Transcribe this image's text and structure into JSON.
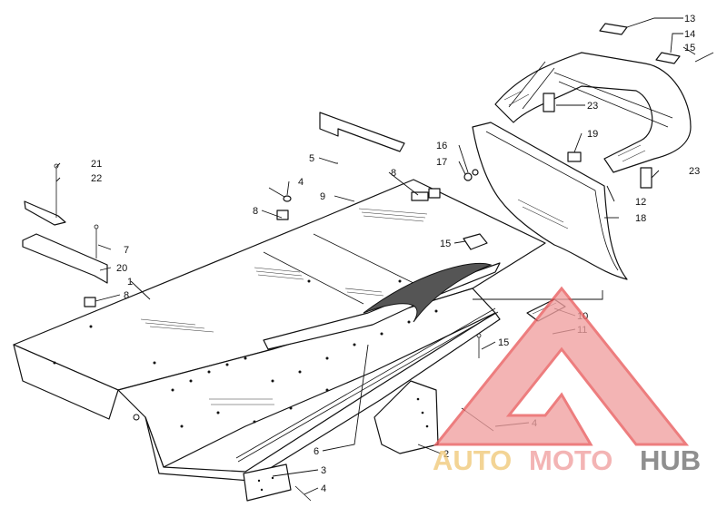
{
  "diagram": {
    "callouts": [
      {
        "id": "c1",
        "text": "1"
      },
      {
        "id": "c2",
        "text": "2"
      },
      {
        "id": "c3",
        "text": "3"
      },
      {
        "id": "c4a",
        "text": "4"
      },
      {
        "id": "c4b",
        "text": "4"
      },
      {
        "id": "c4c",
        "text": "4"
      },
      {
        "id": "c5",
        "text": "5"
      },
      {
        "id": "c6",
        "text": "6"
      },
      {
        "id": "c7",
        "text": "7"
      },
      {
        "id": "c8a",
        "text": "8"
      },
      {
        "id": "c8b",
        "text": "8"
      },
      {
        "id": "c8c",
        "text": "8"
      },
      {
        "id": "c9",
        "text": "9"
      },
      {
        "id": "c10",
        "text": "10"
      },
      {
        "id": "c11",
        "text": "11"
      },
      {
        "id": "c12",
        "text": "12"
      },
      {
        "id": "c13",
        "text": "13"
      },
      {
        "id": "c14",
        "text": "14"
      },
      {
        "id": "c15a",
        "text": "15"
      },
      {
        "id": "c15b",
        "text": "15"
      },
      {
        "id": "c15c",
        "text": "15"
      },
      {
        "id": "c16",
        "text": "16"
      },
      {
        "id": "c17",
        "text": "17"
      },
      {
        "id": "c18",
        "text": "18"
      },
      {
        "id": "c19",
        "text": "19"
      },
      {
        "id": "c20",
        "text": "20"
      },
      {
        "id": "c21",
        "text": "21"
      },
      {
        "id": "c22",
        "text": "22"
      },
      {
        "id": "c23a",
        "text": "23"
      },
      {
        "id": "c23b",
        "text": "23"
      }
    ]
  },
  "watermark": {
    "part1": "AUTO",
    "part2": "MOTO",
    "part3": "HUB",
    "colors": {
      "red": "#e8595a",
      "light_red": "#f0a0a0",
      "gold": "#f0c878",
      "gray": "#707070"
    }
  }
}
